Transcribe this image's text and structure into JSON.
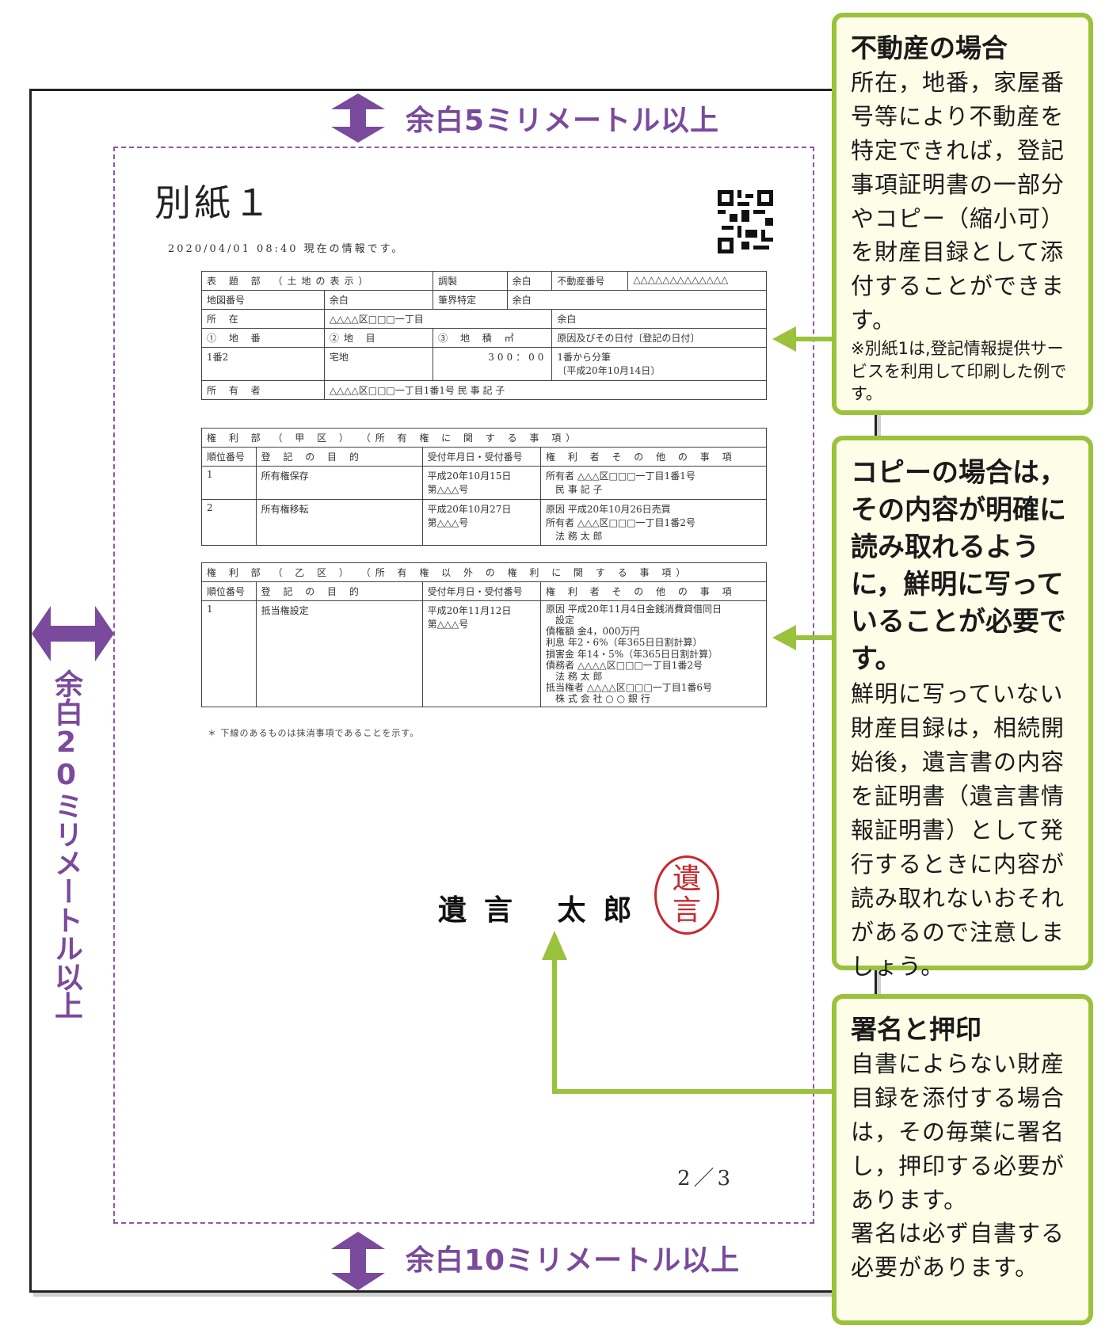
{
  "margins": {
    "top_label": "余白5ミリメートル以上",
    "left_label": "余白20ミリメートル以上",
    "bottom_label": "余白10ミリメートル以上"
  },
  "document": {
    "title": "別紙１",
    "timestamp": "2020/04/01 08:40 現在の情報です。",
    "table1": {
      "header": "表 題 部 （土地の表示）",
      "chousei_label": "調製",
      "chousei_value": "余白",
      "fudosan_no_label": "不動産番号",
      "fudosan_no_value": "△△△△△△△△△△△△△",
      "chizu_label": "地図番号",
      "chizu_value": "余白",
      "hikkai_label": "筆界特定",
      "hikkai_value": "余白",
      "shozai_label": "所 在",
      "shozai_value": "△△△△区□□□一丁目",
      "shozai_yohaku": "余白",
      "col_chiban": "① 地 番",
      "col_chimoku": "②地 目",
      "col_chiseki": "③ 地 積 ㎡",
      "col_genin": "原因及びその日付〔登記の日付〕",
      "row_chiban": "1番2",
      "row_chimoku": "宅地",
      "row_chiseki": "300：00",
      "row_genin_1": "1番から分筆",
      "row_genin_2": "〔平成20年10月14日〕",
      "owner_label": "所 有 者",
      "owner_value": "△△△△区□□□一丁目1番1号 民 事 記 子"
    },
    "table2": {
      "header": "権 利 部 （ 甲 区 ） （所 有 権 に 関 す る 事 項）",
      "col_no": "順位番号",
      "col_purpose": "登 記 の 目 的",
      "col_date": "受付年月日・受付番号",
      "col_rights": "権 利 者 そ の 他 の 事 項",
      "rows": [
        {
          "no": "1",
          "purpose": "所有権保存",
          "date1": "平成20年10月15日",
          "date2": "第△△△号",
          "rights1": "所有者 △△△区□□□一丁目1番1号",
          "rights2": "民 事 記 子",
          "rights3": ""
        },
        {
          "no": "2",
          "purpose": "所有権移転",
          "date1": "平成20年10月27日",
          "date2": "第△△△号",
          "rights1": "原因 平成20年10月26日売買",
          "rights2": "所有者 △△△区□□□一丁目1番2号",
          "rights3": "法 務 太 郎"
        }
      ]
    },
    "table3": {
      "header": "権 利 部 （ 乙 区 ） （所 有 権 以 外 の 権 利 に 関 す る 事 項）",
      "col_no": "順位番号",
      "col_purpose": "登 記 の 目 的",
      "col_date": "受付年月日・受付番号",
      "col_rights": "権 利 者 そ の 他 の 事 項",
      "row_no": "1",
      "row_purpose": "抵当権設定",
      "row_date1": "平成20年11月12日",
      "row_date2": "第△△△号",
      "row_rights": [
        "原因 平成20年11月4日金銭消費貸借同日",
        "設定",
        "債権額 金4，000万円",
        "利息 年2・6%（年365日日割計算）",
        "損害金 年14・5%（年365日日割計算）",
        "債務者 △△△△区□□□一丁目1番2号",
        "法 務 太 郎",
        "抵当権者 △△△△区□□□一丁目1番6号",
        "株 式 会 社 ○ ○ 銀 行"
      ]
    },
    "footnote": "＊ 下線のあるものは抹消事項であることを示す。",
    "signature": "遺言 太郎",
    "seal_top": "遺",
    "seal_bottom": "言",
    "page_number": "2／3"
  },
  "callouts": {
    "c1": {
      "title": "不動産の場合",
      "body": "所在，地番，家屋番号等により不動産を特定できれば，登記事項証明書の一部分やコピー（縮小可）を財産目録として添付することができます。",
      "note": "※別紙1は,登記情報提供サービスを利用して印刷した例です。"
    },
    "c2": {
      "title": "コピーの場合は，その内容が明確に読み取れるように，鮮明に写っていることが必要です。",
      "body": "鮮明に写っていない財産目録は，相続開始後，遺言書の内容を証明書（遺言書情報証明書）として発行するときに内容が読み取れないおそれがあるので注意しましょう。"
    },
    "c3": {
      "title": "署名と押印",
      "body": "自書によらない財産目録を添付する場合は，その毎葉に署名し，押印する必要があります。",
      "body2": "署名は必ず自書する必要があります。"
    }
  },
  "colors": {
    "margin_purple": "#7a4a9c",
    "callout_green": "#9bc23c",
    "callout_bg": "#fdfde8",
    "seal_red": "#c8282e"
  }
}
